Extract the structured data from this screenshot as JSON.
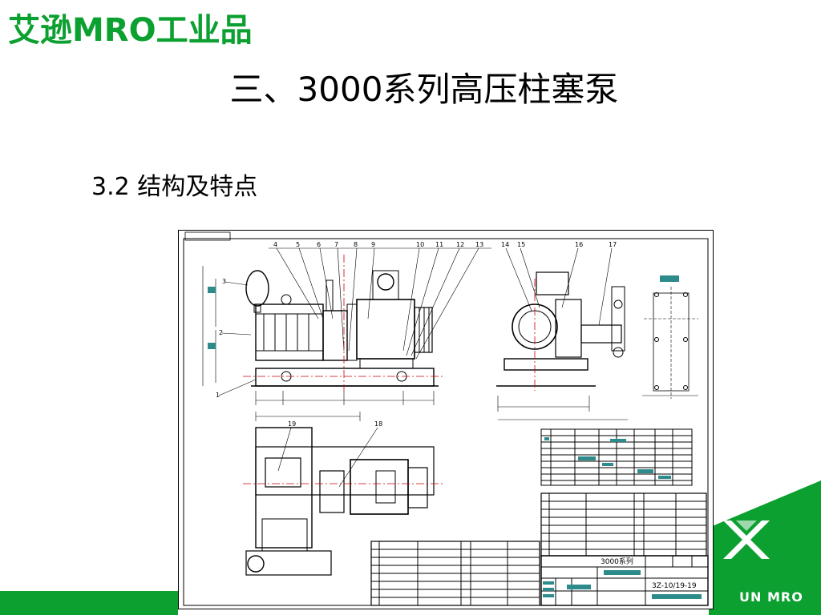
{
  "header": {
    "brand": "艾逊MRO工业品",
    "title": "三、3000系列高压柱塞泵"
  },
  "section": {
    "heading": "3.2 结构及特点"
  },
  "logo": {
    "text": "UN MRO"
  },
  "colors": {
    "brand_green": "#0ca030",
    "title_text": "#000000",
    "teal_block": "#2e8b8b",
    "drawing_stroke": "#000000",
    "center_line": "#cc0000"
  },
  "drawing": {
    "title_block": {
      "model": "3000系列",
      "code": "3Z-10/19-19"
    },
    "balloons_top": [
      "4",
      "5",
      "6",
      "7",
      "8",
      "9",
      "10",
      "11",
      "12",
      "13",
      "14",
      "15",
      "16",
      "17"
    ],
    "balloons_left": [
      "3",
      "2",
      "1"
    ],
    "balloons_plan": [
      "19",
      "18"
    ]
  }
}
